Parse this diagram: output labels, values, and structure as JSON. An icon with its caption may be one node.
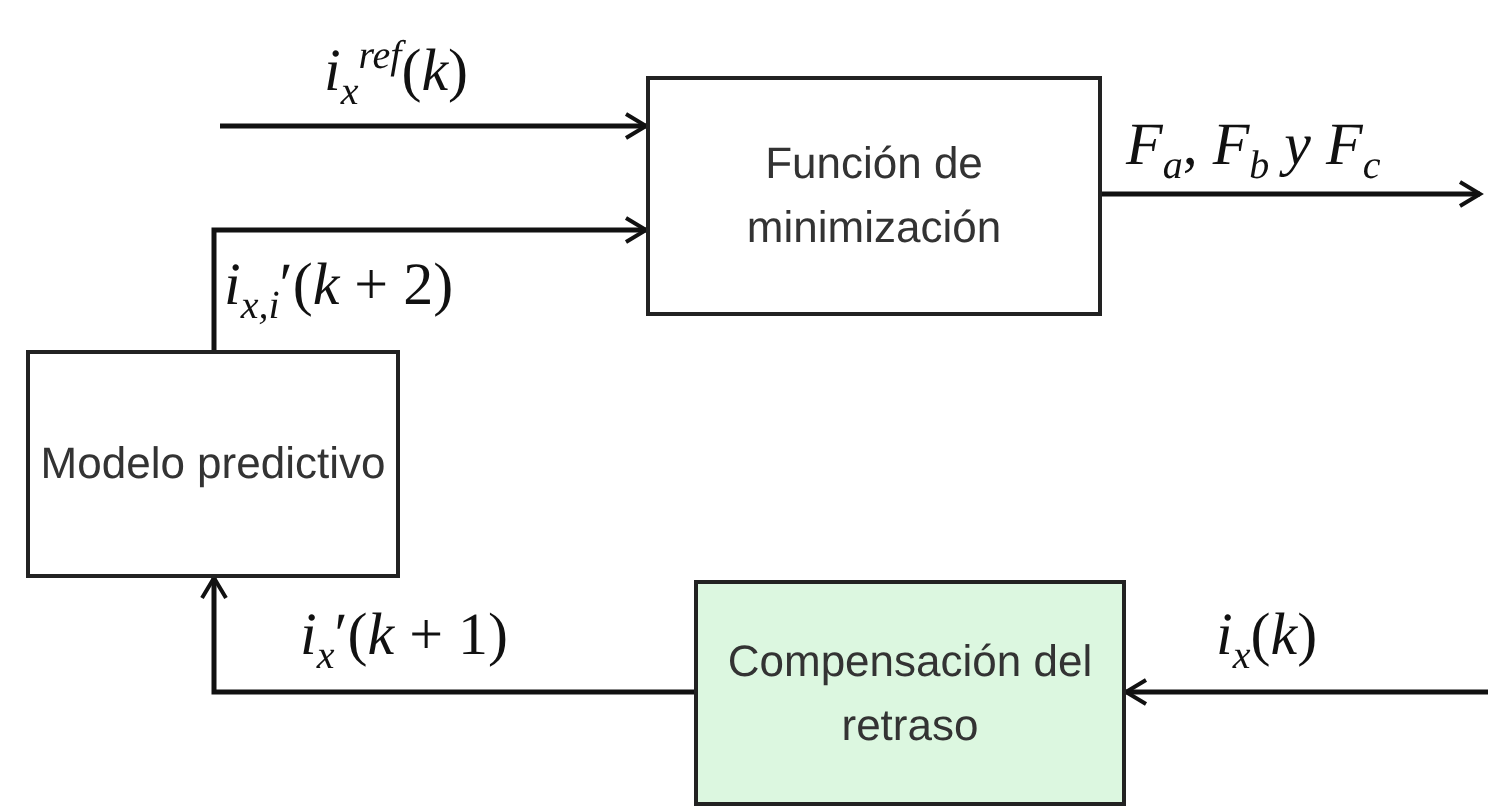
{
  "diagram": {
    "nodes": [
      {
        "text": [
          "Función de minimización"
        ]
      },
      {
        "text": [
          "Modelo predictivo"
        ]
      },
      {
        "text": [
          "Compensación del retraso"
        ]
      }
    ],
    "edges": [
      {
        "from": null,
        "to": 0,
        "arrow": "to",
        "label": "*i*$_{x}$$^{ref}$(*k*)"
      },
      {
        "from": 1,
        "to": 0,
        "arrow": "to",
        "label": "*i*$_{x,i}$′(*k* + 2)"
      },
      {
        "from": 0,
        "to": null,
        "arrow": "to",
        "label": "*F*$_{a}$, *F*$_{b}$ *y* *F*$_{c}$"
      },
      {
        "from": 2,
        "to": 1,
        "arrow": "to",
        "label": "*i*$_{x}$′(*k* + 1)"
      },
      {
        "from": null,
        "to": 2,
        "arrow": "to",
        "label": "*i*$_{x}$(*k*)"
      }
    ]
  }
}
